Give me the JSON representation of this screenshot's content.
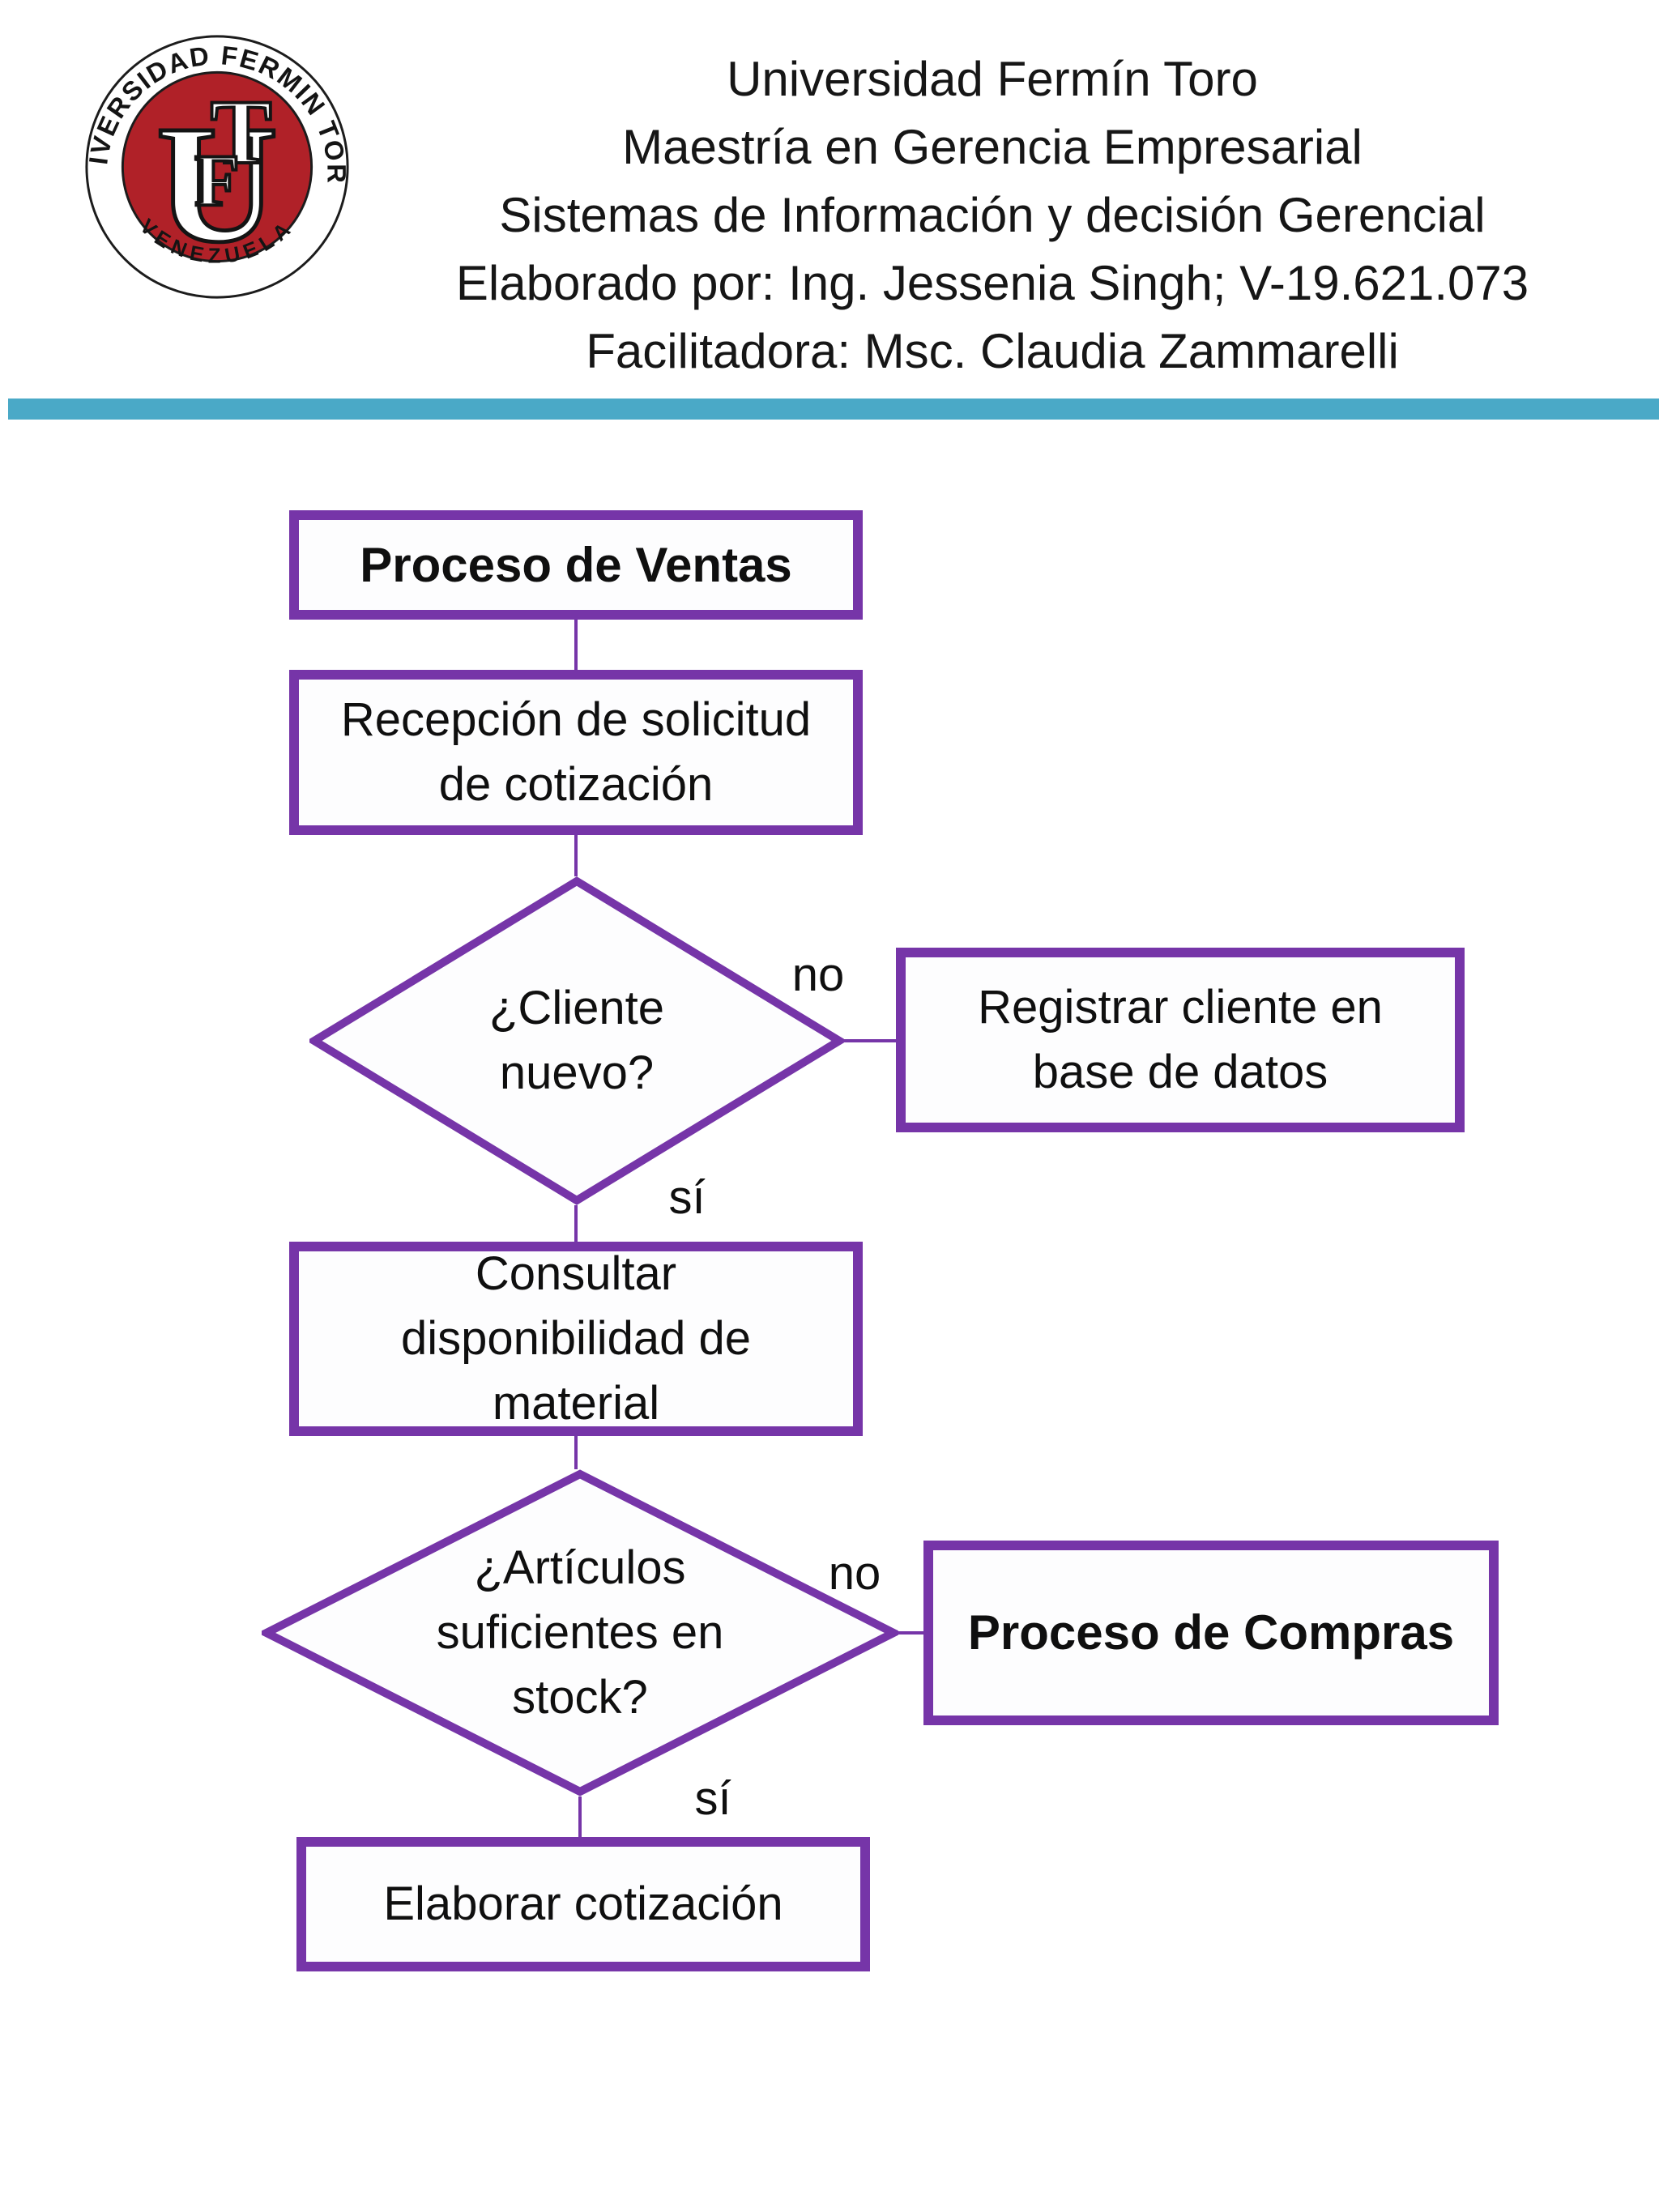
{
  "page": {
    "background": "#ffffff"
  },
  "header": {
    "logo": {
      "ring_text": "UNIVERSIDAD FERMIN TORO",
      "bottom_text": "VENEZUELA",
      "monogram_u": "U",
      "monogram_f": "F",
      "monogram_t": "T",
      "disc_color": "#b02128",
      "ring_color": "#ffffff",
      "outline_color": "#1c1c1c"
    },
    "lines": [
      "Universidad Fermín Toro",
      "Maestría en Gerencia Empresarial",
      "Sistemas de Información y decisión Gerencial",
      "Elaborado por: Ing. Jessenia Singh; V-19.621.073",
      "Facilitadora: Msc. Claudia Zammarelli"
    ],
    "divider_color": "#4aa9c7"
  },
  "flowchart": {
    "accent_color": "#7635a8",
    "fill_color": "#fdfdfe",
    "text_color": "#0f0f0f",
    "nodes": [
      {
        "id": "proceso-de-ventas",
        "type": "box",
        "label": "Proceso de Ventas",
        "bold": true
      },
      {
        "id": "recepcion",
        "type": "box",
        "label": "Recepción de solicitud de cotización",
        "bold": false
      },
      {
        "id": "cliente-nuevo",
        "type": "decision",
        "label": "¿Cliente nuevo?",
        "bold": false
      },
      {
        "id": "registrar-cliente",
        "type": "box",
        "label": "Registrar cliente en base de datos",
        "bold": false
      },
      {
        "id": "consultar-disponibilidad",
        "type": "box",
        "label": "Consultar disponibilidad de material",
        "bold": false
      },
      {
        "id": "articulos-suficientes",
        "type": "decision",
        "label": "¿Artículos suficientes en stock?",
        "bold": false
      },
      {
        "id": "proceso-de-compras",
        "type": "box",
        "label": "Proceso de Compras",
        "bold": true
      },
      {
        "id": "elaborar-cotizacion",
        "type": "box",
        "label": "Elaborar cotización",
        "bold": false
      }
    ],
    "edge_labels": {
      "no1": "no",
      "si1": "sí",
      "no2": "no",
      "si2": "sí"
    }
  }
}
